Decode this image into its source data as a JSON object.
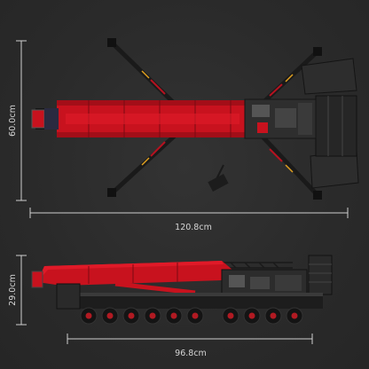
{
  "dimensions": {
    "top_height": "60.0cm",
    "top_length": "120.8cm",
    "side_height": "29.0cm",
    "side_length": "96.8cm"
  },
  "colors": {
    "background": "#2b2b2b",
    "crane_red": "#c8121e",
    "crane_dark": "#1c1c1c",
    "dim_line": "#cfcfcf"
  },
  "subjects": {
    "top_view": "crane-top-view",
    "side_view": "crane-side-view"
  }
}
